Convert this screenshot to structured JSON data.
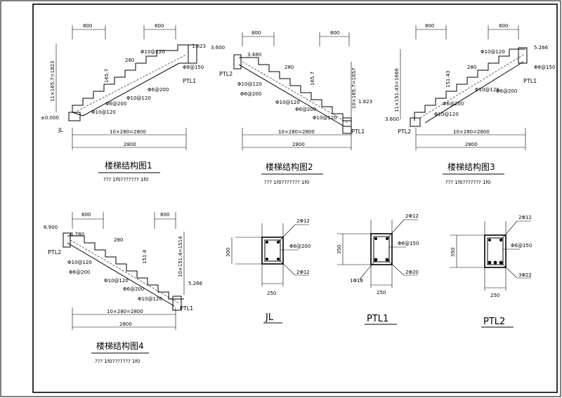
{
  "drawings": [
    {
      "title": "楼梯结构图1",
      "subtitle": "??? 1f0??????? 1f0",
      "dim_top_left": "800",
      "dim_top_right": "800",
      "total_dim": "2800",
      "step_dim": "10×280=2800",
      "vert_dim": "11×165.7=1823",
      "level_low": "±0.000",
      "level_high": "1.823",
      "beam_low": "JL",
      "beam_high": "PTL1",
      "labels": [
        "280",
        "165.7",
        "Φ10@120",
        "Φ6@200",
        "Φ10@120",
        "Φ6@200",
        "Φ8@150",
        "Φ10@120"
      ]
    },
    {
      "title": "楼梯结构图2",
      "subtitle": "??? 1f0??????? 1f0",
      "dim_top_left": "800",
      "dim_top_right": "800",
      "total_dim": "2800",
      "step_dim": "10×280=2800",
      "vert_dim": "10×165.7=1657",
      "level_low": "1.823",
      "level_high": "3.600",
      "level_mid": "3.480",
      "beam_low": "PTL1",
      "beam_high": "PTL2",
      "labels": [
        "280",
        "165.7",
        "Φ10@120",
        "Φ6@200",
        "Φ10@120",
        "Φ6@200",
        "Φ10@120"
      ]
    },
    {
      "title": "楼梯结构图3",
      "subtitle": "??? 1f0??????? 1f0",
      "dim_top_left": "800",
      "dim_top_right": "800",
      "total_dim": "2800",
      "step_dim": "10×280=2800",
      "vert_dim": "11×151.43=1666",
      "level_low": "3.600",
      "level_high": "5.266",
      "beam_low": "PTL2",
      "beam_high": "PTL1",
      "labels": [
        "280",
        "151.43",
        "Φ10@120",
        "Φ6@200",
        "Φ10@120",
        "Φ6@200",
        "Φ8@150",
        "Φ10@120"
      ]
    },
    {
      "title": "楼梯结构图4",
      "subtitle": "??? 1f0??????? 1f0",
      "dim_top_left": "800",
      "dim_top_right": "800",
      "total_dim": "2800",
      "step_dim": "10×280=2800",
      "vert_dim": "10×151.4=1514",
      "level_low": "5.266",
      "level_high": "6.900",
      "level_mid": "6.780",
      "beam_low": "PTL1",
      "beam_high": "PTL2",
      "labels": [
        "280",
        "151.4",
        "Φ10@120",
        "Φ6@200",
        "Φ10@120",
        "Φ6@200",
        "Φ10@120"
      ]
    }
  ],
  "sections": [
    {
      "name": "JL",
      "height": "300",
      "width": "250",
      "top_bars": "2Φ12",
      "stirrup": "Φ6@200",
      "bottom_bars": "2Φ12"
    },
    {
      "name": "PTL1",
      "height": "350",
      "width": "250",
      "top_bars": "2Φ12",
      "stirrup": "Φ6@150",
      "bottom_bars": "2Φ20",
      "side_bars": "1Φ18"
    },
    {
      "name": "PTL2",
      "height": "350",
      "width": "250",
      "top_bars": "2Φ12",
      "stirrup": "Φ6@150",
      "bottom_bars": "3Φ22"
    }
  ]
}
